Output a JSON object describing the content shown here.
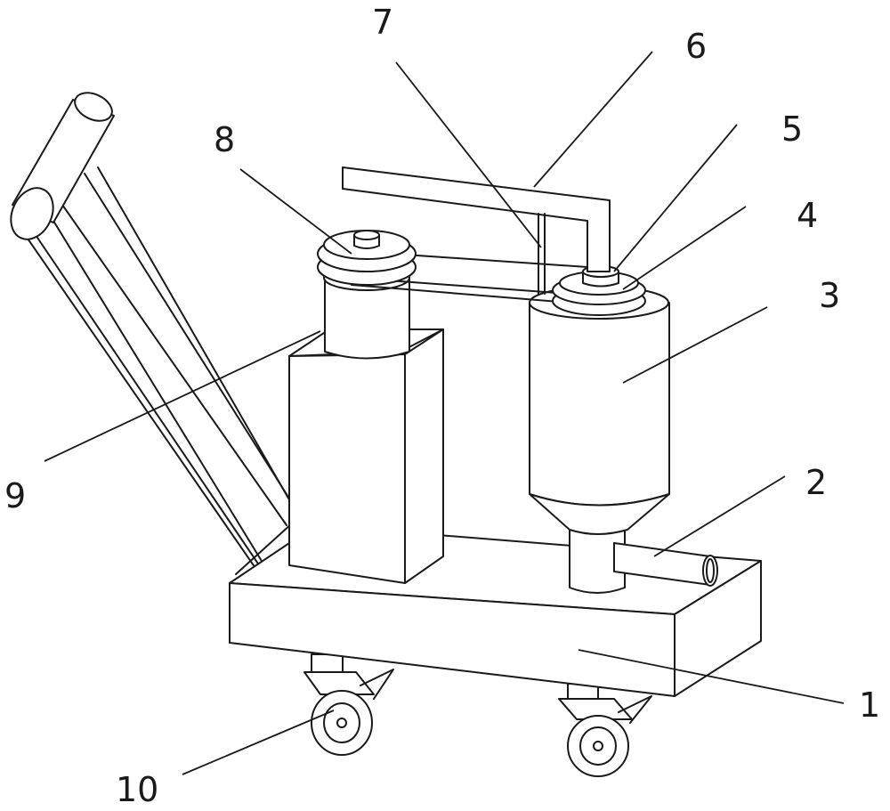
{
  "figure": {
    "line_color": "#1a1a1a",
    "background": "#ffffff",
    "labels": [
      {
        "id": "1",
        "text": "1"
      },
      {
        "id": "2",
        "text": "2"
      },
      {
        "id": "3",
        "text": "3"
      },
      {
        "id": "4",
        "text": "4"
      },
      {
        "id": "5",
        "text": "5"
      },
      {
        "id": "6",
        "text": "6"
      },
      {
        "id": "7",
        "text": "7"
      },
      {
        "id": "8",
        "text": "8"
      },
      {
        "id": "9",
        "text": "9"
      },
      {
        "id": "10",
        "text": "10"
      }
    ]
  }
}
